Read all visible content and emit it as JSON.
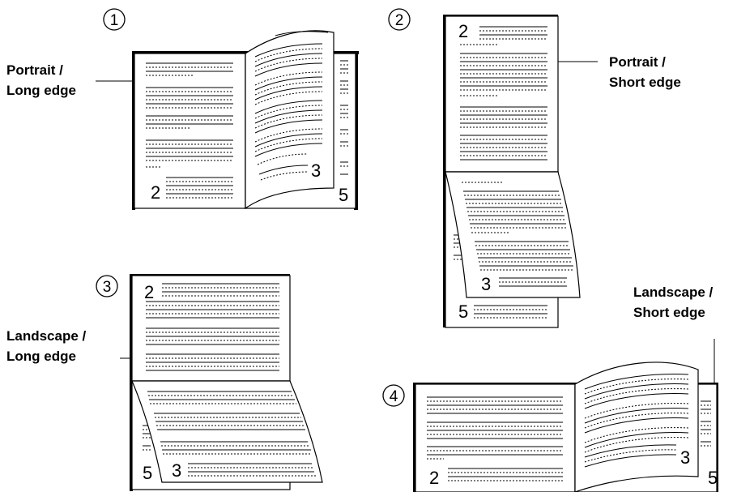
{
  "figures": [
    {
      "marker": "1",
      "label_line1": "Portrait /",
      "label_line2": "Long edge",
      "page_left": "2",
      "page_right_top": "3",
      "page_right_back": "5"
    },
    {
      "marker": "2",
      "label_line1": "Portrait /",
      "label_line2": "Short edge",
      "page_top": "2",
      "page_flap": "3",
      "page_back": "5"
    },
    {
      "marker": "3",
      "label_line1": "Landscape /",
      "label_line2": "Long edge",
      "page_top": "2",
      "page_flap": "3",
      "page_back": "5"
    },
    {
      "marker": "4",
      "label_line1": "Landscape /",
      "label_line2": "Short edge",
      "page_left": "2",
      "page_right_top": "3",
      "page_right_back": "5"
    }
  ]
}
